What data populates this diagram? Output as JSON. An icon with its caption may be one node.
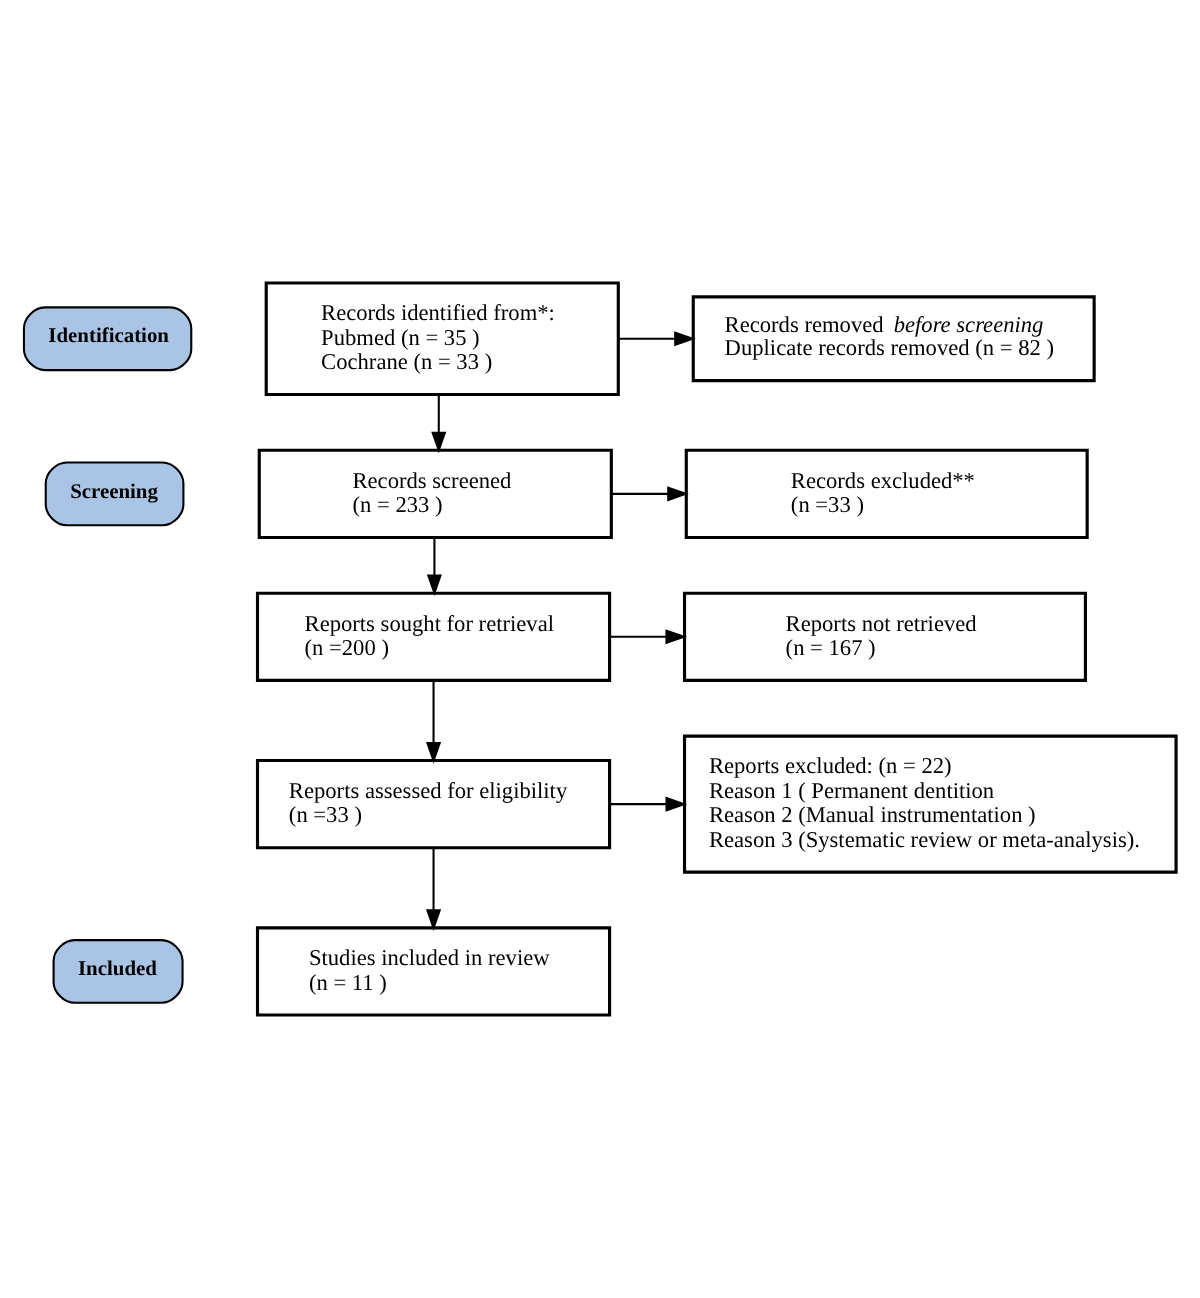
{
  "diagram": {
    "nodes": [
      {
        "text": [
          "Identification"
        ]
      },
      {
        "text": [
          "Records identified from*:",
          "Pubmed (n = 35 )",
          "Cochrane (n = 33 )"
        ]
      },
      {
        "text": [
          "Records removed *before screening*",
          "Duplicate records removed (n = 82 )"
        ]
      },
      {
        "text": [
          "Screening"
        ]
      },
      {
        "text": [
          "Records screened",
          "(n = 233 )"
        ]
      },
      {
        "text": [
          "Records excluded**",
          "(n =33 )"
        ]
      },
      {
        "text": [
          "Reports sought for retrieval",
          "(n =200 )"
        ]
      },
      {
        "text": [
          "Reports not retrieved",
          "(n = 167 )"
        ]
      },
      {
        "text": [
          "Reports assessed for eligibility",
          "(n =33 )"
        ]
      },
      {
        "text": [
          "Reports excluded: (n = 22)",
          "Reason 1 ( Permanent dentition",
          "Reason 2 (Manual instrumentation )",
          "Reason 3 (Systematic review or meta-analysis)."
        ]
      },
      {
        "text": [
          "Included"
        ]
      },
      {
        "text": [
          "Studies included in review",
          "(n = 11 )"
        ]
      }
    ],
    "edges": [
      {
        "from": 1,
        "to": 2,
        "arrow": "to"
      },
      {
        "from": 1,
        "to": 4,
        "arrow": "to"
      },
      {
        "from": 4,
        "to": 5,
        "arrow": "to"
      },
      {
        "from": 4,
        "to": 6,
        "arrow": "to"
      },
      {
        "from": 6,
        "to": 7,
        "arrow": "to"
      },
      {
        "from": 6,
        "to": 8,
        "arrow": "to"
      },
      {
        "from": 8,
        "to": 9,
        "arrow": "to"
      },
      {
        "from": 8,
        "to": 11,
        "arrow": "to"
      }
    ]
  }
}
